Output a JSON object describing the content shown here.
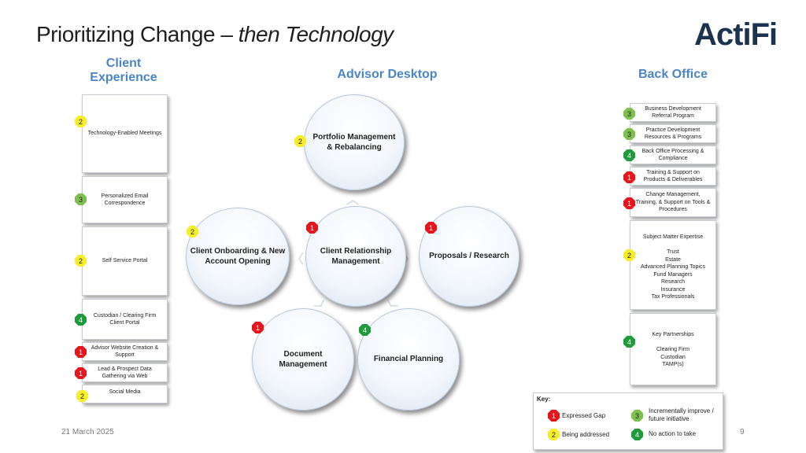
{
  "title": {
    "main": "Prioritizing Change – ",
    "italic": "then Technology"
  },
  "logo": {
    "part1": "Acti",
    "part2": "Fi"
  },
  "headers": {
    "client": "Client Experience",
    "advisor": "Advisor Desktop",
    "back": "Back Office"
  },
  "client_items": [
    {
      "label": "Technology-Enabled Meetings",
      "badge": "2"
    },
    {
      "label": "Personalized Email Correspondence",
      "badge": "3"
    },
    {
      "label": "Self Service Portal",
      "badge": "2"
    },
    {
      "label": "Custodian / Clearing Firm Client Portal",
      "badge": "4"
    },
    {
      "label": "Advisor Website Creation & Support",
      "badge": "1"
    },
    {
      "label": "Lead & Prospect Data Gathering via Web",
      "badge": "1"
    },
    {
      "label": "Social Media",
      "badge": "2"
    }
  ],
  "circles": {
    "portfolio": {
      "label": "Portfolio Management & Rebalancing",
      "badge": "2"
    },
    "onboarding": {
      "label": "Client Onboarding & New Account Opening",
      "badge": "2"
    },
    "crm": {
      "label": "Client Relationship Management",
      "badge": "1"
    },
    "proposals": {
      "label": "Proposals / Research",
      "badge": "1"
    },
    "document": {
      "label": "Document Management",
      "badge": "1"
    },
    "planning": {
      "label": "Financial Planning",
      "badge": "4"
    }
  },
  "back_items": [
    {
      "label": "Business Development Referral Program",
      "badge": "3"
    },
    {
      "label": "Practice Development Resources & Programs",
      "badge": "3"
    },
    {
      "label": "Back Office Processing & Compliance",
      "badge": "4"
    },
    {
      "label": "Training & Support on Products & Deliverables",
      "badge": "1"
    },
    {
      "label": "Change Management, Training, & Support on Tools & Procedures",
      "badge": "1"
    }
  ],
  "sme": {
    "title": "Subject Matter Expertise",
    "badge": "2",
    "items": [
      "Trust",
      "Estate",
      "Advanced Planning Topics",
      "Fund Managers",
      "Research",
      "Insurance",
      "Tax Professionals"
    ]
  },
  "partnerships": {
    "title": "Key Partnerships",
    "badge": "4",
    "items": [
      "Clearing Firm",
      "Custodian",
      "TAMP(s)"
    ]
  },
  "key": {
    "title": "Key:",
    "entries": [
      {
        "badge": "1",
        "label": "Expressed Gap"
      },
      {
        "badge": "2",
        "label": "Being addressed"
      },
      {
        "badge": "3",
        "label": "Incrementally improve / future initiative"
      },
      {
        "badge": "4",
        "label": "No action to take"
      }
    ]
  },
  "colors": {
    "expressed_gap": "#e8141b",
    "being_addressed": "#f7ee2a",
    "incremental": "#7fbf4d",
    "no_action": "#1e9b3a",
    "header_blue": "#4a86c5"
  },
  "footer": {
    "date": "21 March 2025",
    "page": "9"
  }
}
